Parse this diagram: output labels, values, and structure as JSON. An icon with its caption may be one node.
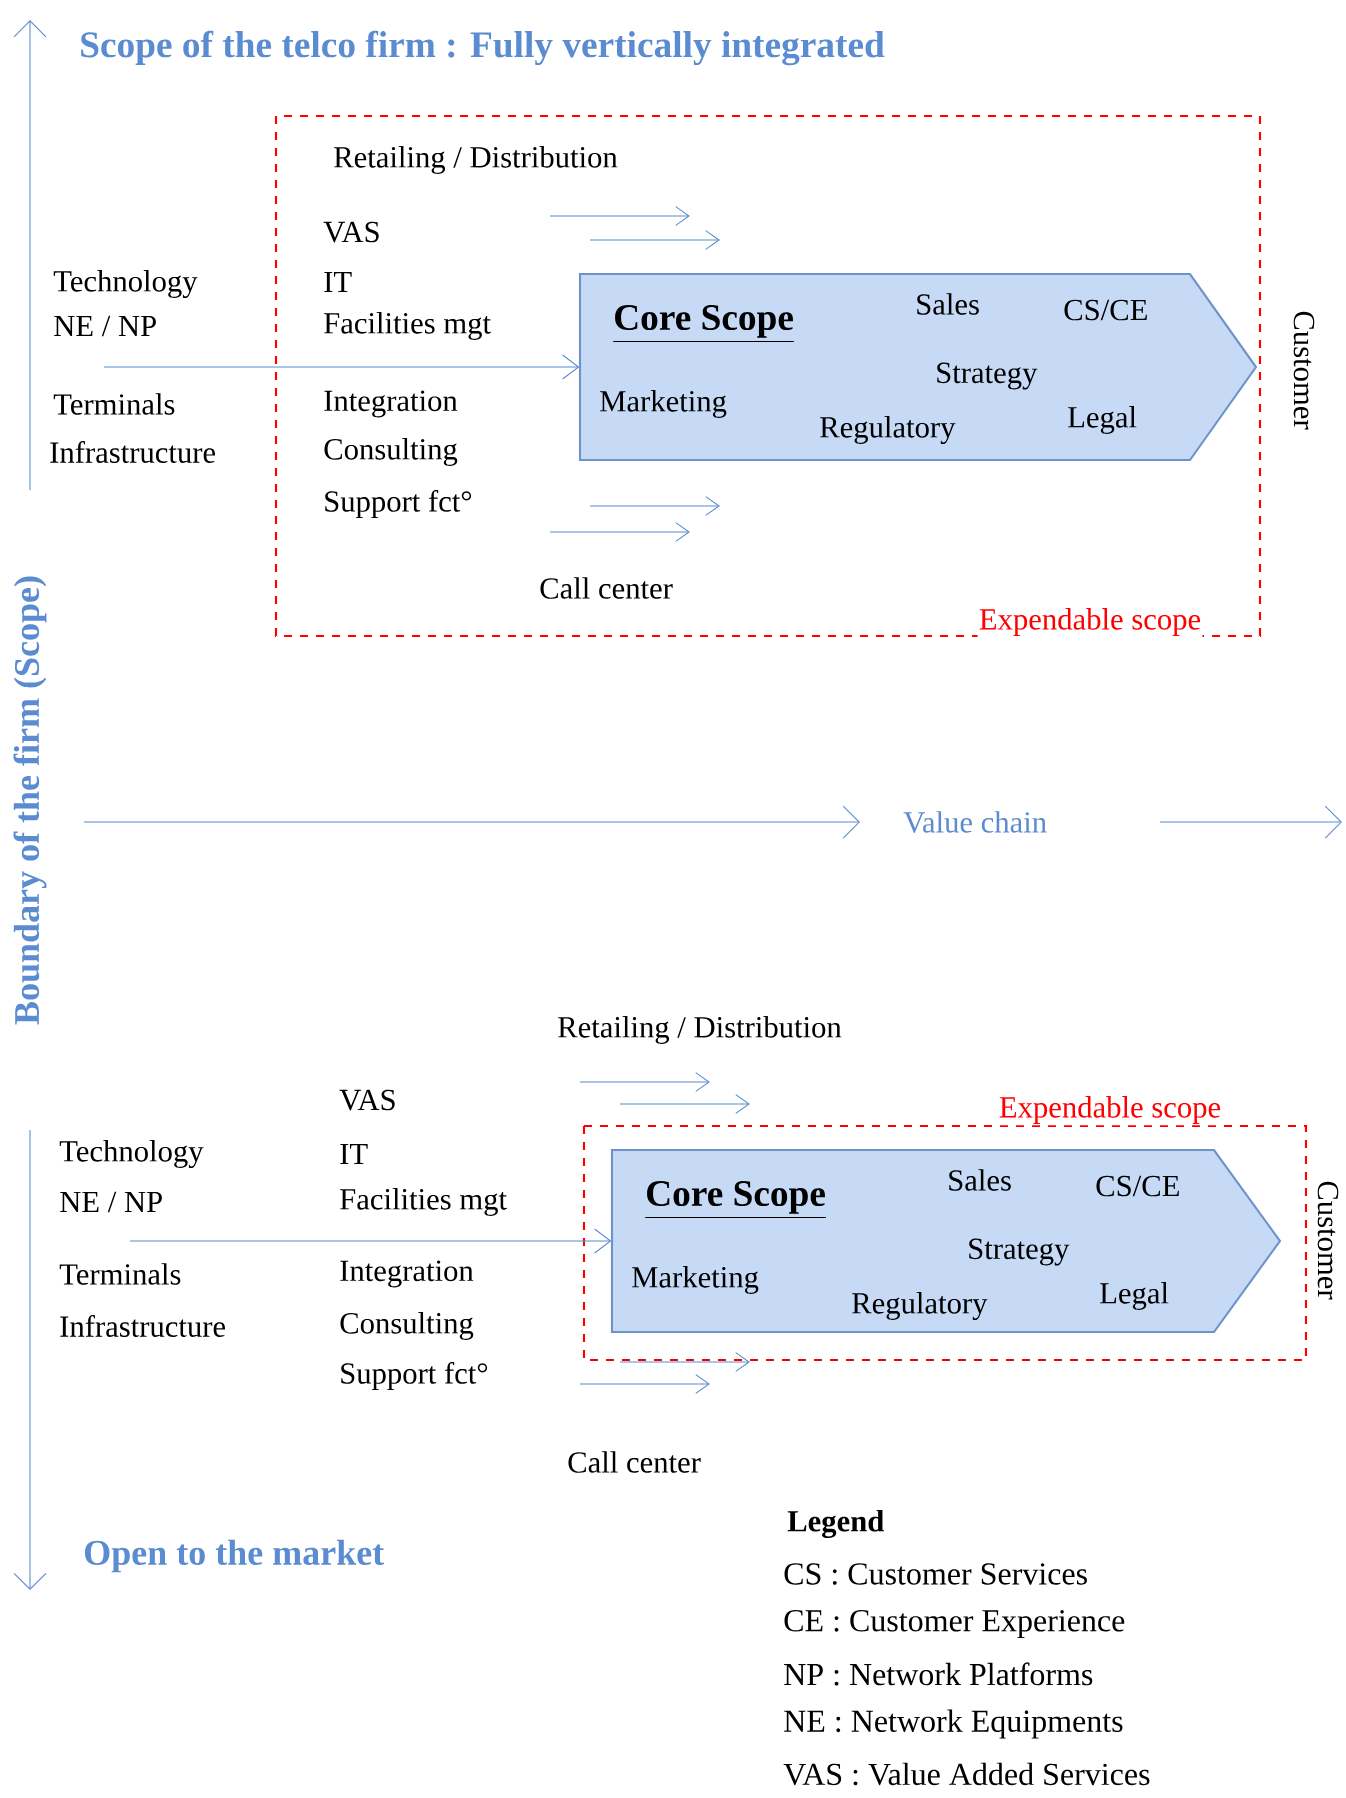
{
  "diagram": {
    "title": "Scope of the telco firm : Fully vertically integrated",
    "nodes": [
      {
        "text": [
          "Expendable scope"
        ]
      },
      {
        "text": [
          "Core Scope",
          "Sales",
          "CS/CE",
          "Strategy",
          "Marketing",
          "Regulatory",
          "Legal"
        ],
        "in": 0
      },
      {
        "text": [
          "Expendable scope"
        ]
      },
      {
        "text": [
          "Core Scope",
          "Sales",
          "CS/CE",
          "Strategy",
          "Marketing",
          "Regulatory",
          "Legal"
        ],
        "in": 2
      }
    ],
    "edges": [
      {
        "from": null,
        "to": 1,
        "arrow": "to"
      },
      {
        "from": null,
        "to": 3,
        "arrow": "to"
      }
    ],
    "labels": [
      "Retailing / Distribution",
      "VAS",
      "Technology",
      "IT",
      "NE  / NP",
      "Facilities mgt",
      "Terminals",
      "Integration",
      "Infrastructure",
      "Consulting",
      "Support fct°",
      "Call center",
      "Customer",
      "Value chain",
      "Boundary of the firm (Scope)",
      "Retailing / Distribution",
      "VAS",
      "Technology",
      "IT",
      "NE  / NP",
      "Facilities mgt",
      "Customer",
      "Terminals",
      "Integration",
      "Infrastructure",
      "Consulting",
      "Support fct°",
      "Call center",
      "Open to the market",
      "Legend"
    ],
    "legend": [
      {
        "text": "CS : Customer Services"
      },
      {
        "text": "CE : Customer Experience"
      },
      {
        "text": "NP : Network Platforms"
      },
      {
        "text": "NE : Network Equipments"
      },
      {
        "text": "VAS : Value Added Services"
      }
    ]
  }
}
